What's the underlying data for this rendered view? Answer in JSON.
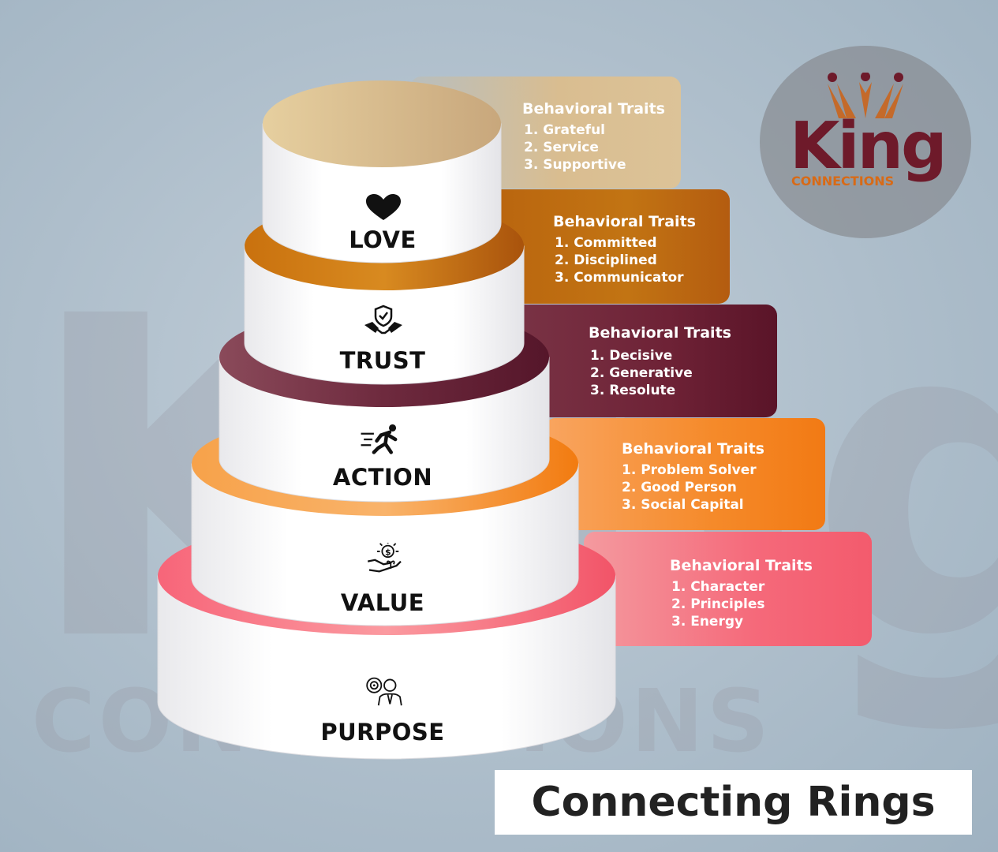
{
  "title": "Connecting Rings",
  "logo": {
    "brand": "King",
    "subtitle": "CONNECTIONS"
  },
  "watermark": {
    "big": "King",
    "small": "CONNECTIONS"
  },
  "colors": {
    "love": "#d9bd90",
    "trust": "#c27413",
    "action": "#6e2236",
    "value": "#f58a2a",
    "purpose": "#f5697a",
    "logo_brand": "#6e1a2a",
    "logo_accent": "#d86a16"
  },
  "tiers": [
    {
      "name": "LOVE",
      "icon": "heart-icon",
      "traits_title": "Behavioral Traits",
      "traits": [
        "1. Grateful",
        "2. Service",
        "3. Supportive"
      ]
    },
    {
      "name": "TRUST",
      "icon": "handshake-shield-icon",
      "traits_title": "Behavioral Traits",
      "traits": [
        "1. Committed",
        "2. Disciplined",
        "3. Communicator"
      ]
    },
    {
      "name": "ACTION",
      "icon": "running-person-icon",
      "traits_title": "Behavioral Traits",
      "traits": [
        "1. Decisive",
        "2. Generative",
        "3. Resolute"
      ]
    },
    {
      "name": "VALUE",
      "icon": "hand-coin-icon",
      "traits_title": "Behavioral Traits",
      "traits": [
        "1. Problem Solver",
        "2. Good Person",
        "3. Social Capital"
      ]
    },
    {
      "name": "PURPOSE",
      "icon": "person-target-icon",
      "traits_title": "Behavioral Traits",
      "traits": [
        "1. Character",
        "2. Principles",
        "3. Energy"
      ]
    }
  ]
}
